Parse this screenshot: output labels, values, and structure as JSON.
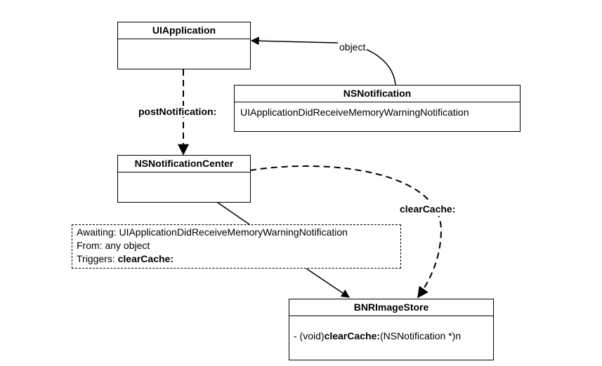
{
  "boxes": {
    "ui_application": {
      "title": "UIApplication"
    },
    "ns_notification": {
      "title": "NSNotification",
      "body": "UIApplicationDidReceiveMemoryWarningNotification"
    },
    "notification_center": {
      "title": "NSNotificationCenter"
    },
    "image_store": {
      "title": "BNRImageStore",
      "method_prefix": "- (void)",
      "method_name": "clearCache:",
      "method_suffix": "(NSNotification *)n"
    }
  },
  "note": {
    "awaiting_label": "Awaiting: ",
    "awaiting_value": "UIApplicationDidReceiveMemoryWarningNotification",
    "from_label": "From: ",
    "from_value": "any object",
    "triggers_label": "Triggers: ",
    "triggers_value": "clearCache:"
  },
  "labels": {
    "object": "object",
    "post_notification": "postNotification:",
    "clear_cache": "clearCache:"
  }
}
